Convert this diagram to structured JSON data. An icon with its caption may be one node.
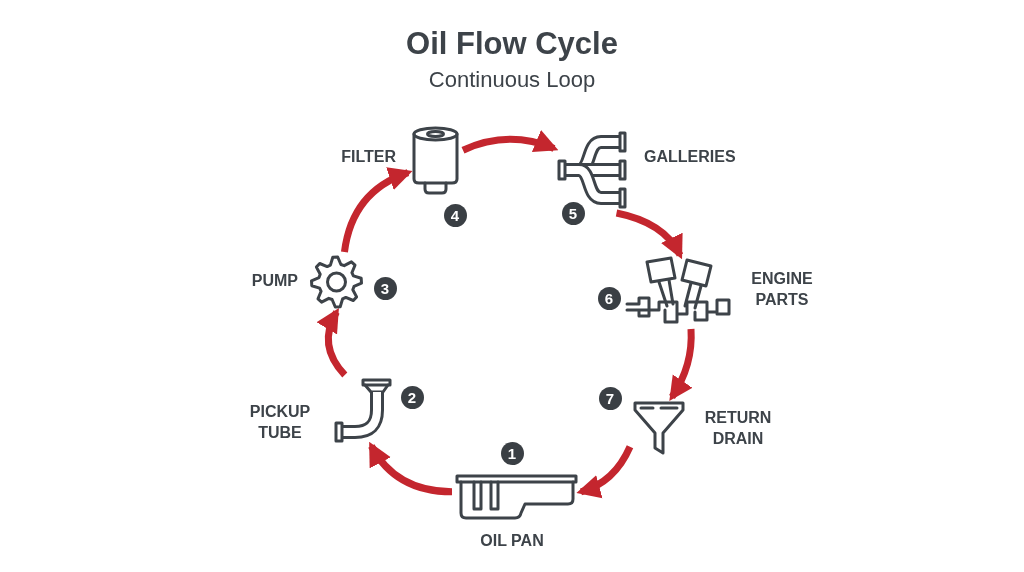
{
  "diagram": {
    "title": "Oil Flow Cycle",
    "nodes": [
      {
        "text": [],
        "shape": "picture",
        "beside": [
          "OIL PAN",
          "1"
        ]
      },
      {
        "text": [],
        "shape": "picture",
        "beside": [
          "PICKUP TUBE",
          "2"
        ]
      },
      {
        "text": [],
        "shape": "picture",
        "beside": [
          "PUMP",
          "3"
        ]
      },
      {
        "text": [],
        "shape": "picture",
        "beside": [
          "FILTER",
          "4"
        ]
      },
      {
        "text": [],
        "shape": "picture",
        "beside": [
          "GALLERIES",
          "5"
        ]
      },
      {
        "text": [],
        "shape": "picture",
        "beside": [
          "ENGINE PARTS",
          "6"
        ]
      },
      {
        "text": [],
        "shape": "picture",
        "beside": [
          "RETURN DRAIN",
          "7"
        ]
      }
    ],
    "edges": [
      {
        "from": 0,
        "to": 1,
        "arrow": "to"
      },
      {
        "from": 1,
        "to": 2,
        "arrow": "to"
      },
      {
        "from": 2,
        "to": 3,
        "arrow": "to"
      },
      {
        "from": 3,
        "to": 4,
        "arrow": "to"
      },
      {
        "from": 4,
        "to": 5,
        "arrow": "to"
      },
      {
        "from": 5,
        "to": 6,
        "arrow": "to"
      },
      {
        "from": 6,
        "to": 0,
        "arrow": "to"
      }
    ],
    "labels": [
      "Continuous Loop"
    ]
  }
}
